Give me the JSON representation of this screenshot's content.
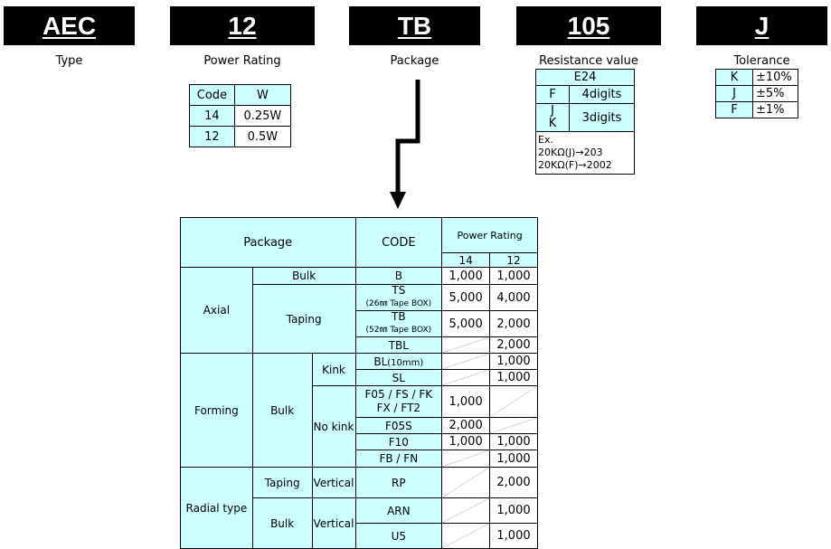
{
  "parts": {
    "type": {
      "code": "AEC",
      "label": "Type"
    },
    "power": {
      "code": "12",
      "label": "Power Rating"
    },
    "package": {
      "code": "TB",
      "label": "Package"
    },
    "resistance": {
      "code": "105",
      "label": "Resistance value"
    },
    "tolerance": {
      "code": "J",
      "label": "Tolerance"
    }
  },
  "power_table": {
    "headers": [
      "Code",
      "W"
    ],
    "rows": [
      [
        "14",
        "0.25W"
      ],
      [
        "12",
        "0.5W"
      ]
    ]
  },
  "resistance_table": {
    "series": "E24",
    "rows": [
      [
        "F",
        "4digits"
      ],
      [
        "J\nK",
        "3digits"
      ]
    ],
    "example_title": "Ex.",
    "examples": [
      "20KΩ(J)→203",
      "20KΩ(F)→2002"
    ]
  },
  "tolerance_table": {
    "rows": [
      [
        "K",
        "±10%"
      ],
      [
        "J",
        "±5%"
      ],
      [
        "F",
        "±1%"
      ]
    ]
  },
  "package_table": {
    "h_package": "Package",
    "h_code": "CODE",
    "h_power": "Power Rating",
    "h_14": "14",
    "h_12": "12",
    "axial": "Axial",
    "bulk": "Bulk",
    "taping": "Taping",
    "forming": "Forming",
    "kink": "Kink",
    "nokink": "No kink",
    "radial": "Radial type",
    "vertical": "Vertical",
    "rows": {
      "B": {
        "code": "B",
        "v14": "1,000",
        "v12": "1,000"
      },
      "TS": {
        "code": "TS",
        "sub": "(26㎜ Tape BOX)",
        "v14": "5,000",
        "v12": "4,000"
      },
      "TB": {
        "code": "TB",
        "sub": "(52㎜ Tape BOX)",
        "v14": "5,000",
        "v12": "2,000"
      },
      "TBL": {
        "code": "TBL",
        "v12": "2,000"
      },
      "BL": {
        "code": "BL",
        "sub": "(10mm)",
        "v12": "1,000"
      },
      "SL": {
        "code": "SL",
        "v12": "1,000"
      },
      "F05": {
        "code": "F05 / FS / FK",
        "code2": "FX / FT2",
        "v14": "1,000"
      },
      "F05S": {
        "code": "F05S",
        "v14": "2,000"
      },
      "F10": {
        "code": "F10",
        "v14": "1,000",
        "v12": "1,000"
      },
      "FB": {
        "code": "FB / FN",
        "v12": "1,000"
      },
      "RP": {
        "code": "RP",
        "v12": "2,000"
      },
      "ARN": {
        "code": "ARN",
        "v12": "1,000"
      },
      "U5": {
        "code": "U5",
        "v12": "1,000"
      }
    }
  }
}
